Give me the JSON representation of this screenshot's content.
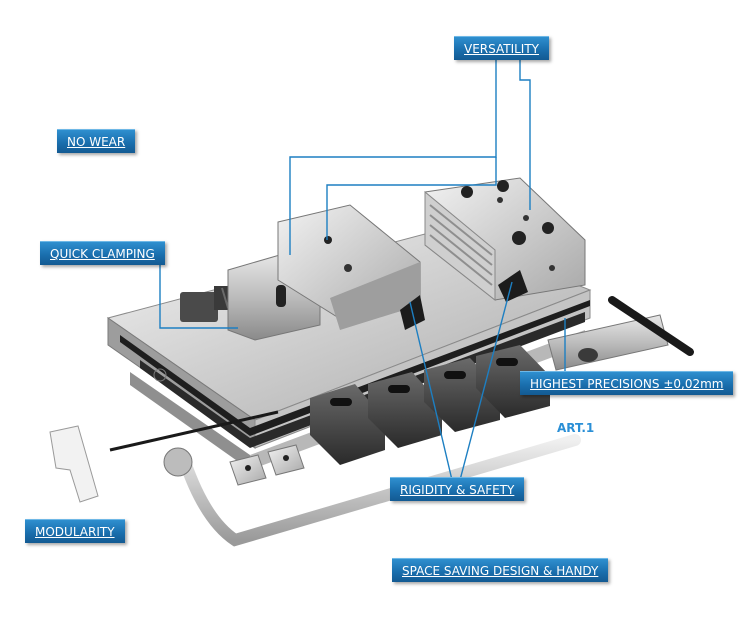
{
  "labels": {
    "versatility": "VERSATILITY",
    "no_wear": "NO WEAR",
    "quick_clamping": "QUICK CLAMPING",
    "highest_precisions": "HIGHEST PRECISIONS ±0,02mm",
    "rigidity_safety": "RIGIDITY & SAFETY",
    "modularity": "MODULARITY",
    "space_saving": "SPACE SAVING DESIGN & HANDY"
  },
  "article_code": "ART.1",
  "colors": {
    "label_bg": "#1a6fae",
    "leader_line": "#1d7fc2",
    "article_text": "#2a8fd6"
  }
}
